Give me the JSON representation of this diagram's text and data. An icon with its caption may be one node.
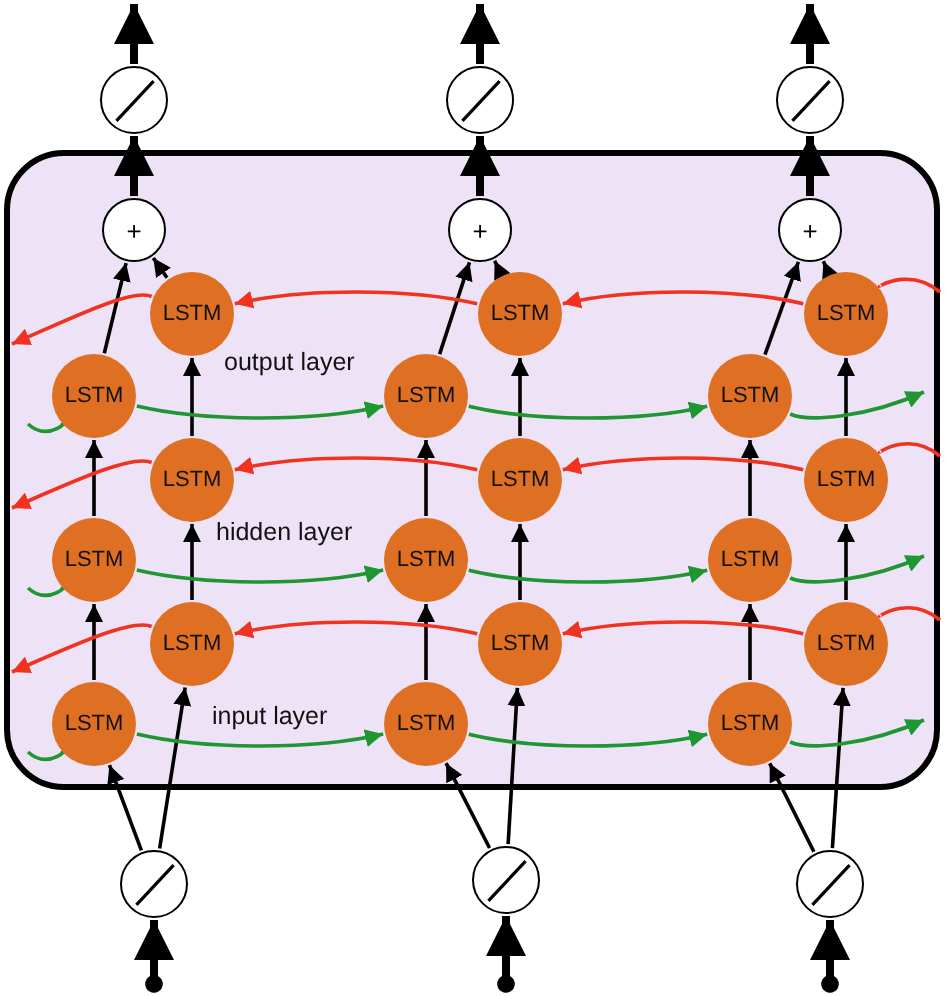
{
  "diagram": {
    "nodes": [
      {
        "text": [],
        "shape": "box"
      },
      {
        "text": [],
        "shape": "circle"
      },
      {
        "text": [],
        "shape": "circle"
      },
      {
        "text": [],
        "shape": "circle"
      },
      {
        "text": [
          "+"
        ],
        "in": 0
      },
      {
        "text": [
          "+"
        ],
        "in": 0
      },
      {
        "text": [
          "+"
        ],
        "in": 0
      },
      {
        "text": [
          "LSTM"
        ],
        "in": 0
      },
      {
        "text": [
          "LSTM"
        ],
        "in": 0
      },
      {
        "text": [
          "LSTM"
        ],
        "in": 0
      },
      {
        "text": [
          "LSTM"
        ],
        "in": 0
      },
      {
        "text": [
          "LSTM"
        ],
        "in": 0
      },
      {
        "text": [
          "LSTM"
        ],
        "in": 0
      },
      {
        "text": [
          "LSTM"
        ],
        "in": 0
      },
      {
        "text": [
          "LSTM"
        ],
        "in": 0
      },
      {
        "text": [
          "LSTM"
        ],
        "in": 0
      },
      {
        "text": [
          "LSTM"
        ],
        "in": 0
      },
      {
        "text": [
          "LSTM"
        ],
        "in": 0
      },
      {
        "text": [
          "LSTM"
        ],
        "in": 0
      },
      {
        "text": [
          "LSTM"
        ],
        "in": 0
      },
      {
        "text": [
          "LSTM"
        ],
        "in": 0
      },
      {
        "text": [
          "LSTM"
        ],
        "in": 0
      },
      {
        "text": [
          "LSTM"
        ],
        "in": 0
      },
      {
        "text": [
          "LSTM"
        ],
        "in": 0
      },
      {
        "text": [
          "LSTM"
        ],
        "in": 0
      },
      {
        "text": [],
        "shape": "circle"
      },
      {
        "text": [],
        "shape": "circle"
      },
      {
        "text": [],
        "shape": "circle"
      }
    ],
    "edges": [
      {
        "from": null,
        "to": 25,
        "arrow": "to",
        "style": "thick"
      },
      {
        "from": null,
        "to": 26,
        "arrow": "to",
        "style": "thick"
      },
      {
        "from": null,
        "to": 27,
        "arrow": "to",
        "style": "thick"
      },
      {
        "from": 25,
        "to": 22,
        "arrow": "to"
      },
      {
        "from": 25,
        "to": 19,
        "arrow": "to"
      },
      {
        "from": 26,
        "to": 23,
        "arrow": "to"
      },
      {
        "from": 26,
        "to": 20,
        "arrow": "to"
      },
      {
        "from": 27,
        "to": 24,
        "arrow": "to"
      },
      {
        "from": 27,
        "to": 21,
        "arrow": "to"
      },
      {
        "from": 22,
        "to": 16,
        "arrow": "to"
      },
      {
        "from": 16,
        "to": 10,
        "arrow": "to"
      },
      {
        "from": 19,
        "to": 13,
        "arrow": "to"
      },
      {
        "from": 13,
        "to": 7,
        "arrow": "to"
      },
      {
        "from": 23,
        "to": 17,
        "arrow": "to"
      },
      {
        "from": 17,
        "to": 11,
        "arrow": "to"
      },
      {
        "from": 20,
        "to": 14,
        "arrow": "to"
      },
      {
        "from": 14,
        "to": 8,
        "arrow": "to"
      },
      {
        "from": 24,
        "to": 18,
        "arrow": "to"
      },
      {
        "from": 18,
        "to": 12,
        "arrow": "to"
      },
      {
        "from": 21,
        "to": 15,
        "arrow": "to"
      },
      {
        "from": 15,
        "to": 9,
        "arrow": "to"
      },
      {
        "from": 10,
        "to": 4,
        "arrow": "to"
      },
      {
        "from": 7,
        "to": 4,
        "arrow": "to"
      },
      {
        "from": 11,
        "to": 5,
        "arrow": "to"
      },
      {
        "from": 8,
        "to": 5,
        "arrow": "to"
      },
      {
        "from": 12,
        "to": 6,
        "arrow": "to"
      },
      {
        "from": 9,
        "to": 6,
        "arrow": "to"
      },
      {
        "from": 4,
        "to": 1,
        "arrow": "to",
        "style": "thick"
      },
      {
        "from": 5,
        "to": 2,
        "arrow": "to",
        "style": "thick"
      },
      {
        "from": 6,
        "to": 3,
        "arrow": "to",
        "style": "thick"
      },
      {
        "from": 1,
        "to": null,
        "arrow": "to",
        "style": "thick"
      },
      {
        "from": 2,
        "to": null,
        "arrow": "to",
        "style": "thick"
      },
      {
        "from": 3,
        "to": null,
        "arrow": "to",
        "style": "thick"
      },
      {
        "from": null,
        "to": 10,
        "arrow": "to",
        "color": "#1e9632"
      },
      {
        "from": 10,
        "to": 11,
        "arrow": "to",
        "color": "#1e9632"
      },
      {
        "from": 11,
        "to": 12,
        "arrow": "to",
        "color": "#1e9632"
      },
      {
        "from": 12,
        "to": null,
        "arrow": "to",
        "color": "#1e9632"
      },
      {
        "from": null,
        "to": 16,
        "arrow": "to",
        "color": "#1e9632"
      },
      {
        "from": 16,
        "to": 17,
        "arrow": "to",
        "color": "#1e9632"
      },
      {
        "from": 17,
        "to": 18,
        "arrow": "to",
        "color": "#1e9632"
      },
      {
        "from": 18,
        "to": null,
        "arrow": "to",
        "color": "#1e9632"
      },
      {
        "from": null,
        "to": 22,
        "arrow": "to",
        "color": "#1e9632"
      },
      {
        "from": 22,
        "to": 23,
        "arrow": "to",
        "color": "#1e9632"
      },
      {
        "from": 23,
        "to": 24,
        "arrow": "to",
        "color": "#1e9632"
      },
      {
        "from": 24,
        "to": null,
        "arrow": "to",
        "color": "#1e9632"
      },
      {
        "from": null,
        "to": 9,
        "arrow": "to",
        "color": "#f0321e"
      },
      {
        "from": 9,
        "to": 8,
        "arrow": "to",
        "color": "#f0321e"
      },
      {
        "from": 8,
        "to": 7,
        "arrow": "to",
        "color": "#f0321e"
      },
      {
        "from": 7,
        "to": null,
        "arrow": "to",
        "color": "#f0321e"
      },
      {
        "from": null,
        "to": 15,
        "arrow": "to",
        "color": "#f0321e"
      },
      {
        "from": 15,
        "to": 14,
        "arrow": "to",
        "color": "#f0321e"
      },
      {
        "from": 14,
        "to": 13,
        "arrow": "to",
        "color": "#f0321e"
      },
      {
        "from": 13,
        "to": null,
        "arrow": "to",
        "color": "#f0321e"
      },
      {
        "from": null,
        "to": 21,
        "arrow": "to",
        "color": "#f0321e"
      },
      {
        "from": 21,
        "to": 20,
        "arrow": "to",
        "color": "#f0321e"
      },
      {
        "from": 20,
        "to": 19,
        "arrow": "to",
        "color": "#f0321e"
      },
      {
        "from": 19,
        "to": null,
        "arrow": "to",
        "color": "#f0321e"
      }
    ],
    "labels": [
      "output layer",
      "hidden layer",
      "input layer"
    ]
  }
}
